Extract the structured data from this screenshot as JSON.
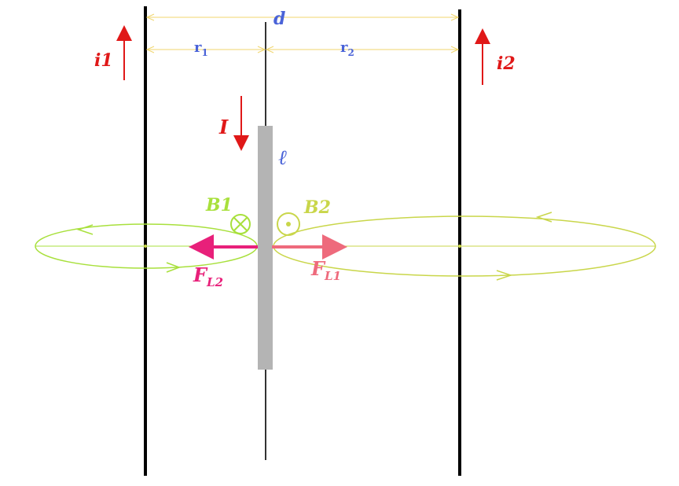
{
  "labels": {
    "d": "d",
    "r1": "r",
    "r1_sub": "1",
    "r2": "r",
    "r2_sub": "2",
    "i1": "i1",
    "i2": "i2",
    "I": "I",
    "ell": "ℓ",
    "B1": "B1",
    "B2": "B2",
    "FL2": "F",
    "FL2_sub": "L2",
    "FL1": "F",
    "FL1_sub": "L1"
  },
  "colors": {
    "wire": "#000000",
    "rod": "#b4b4b4",
    "dimension": "#f0d66e",
    "dimension_text": "#4a63d8",
    "current": "#e01818",
    "field_left": "#a8e03c",
    "field_right": "#c9d64a",
    "force_left": "#e8207a",
    "force_right": "#ee6a7c"
  }
}
